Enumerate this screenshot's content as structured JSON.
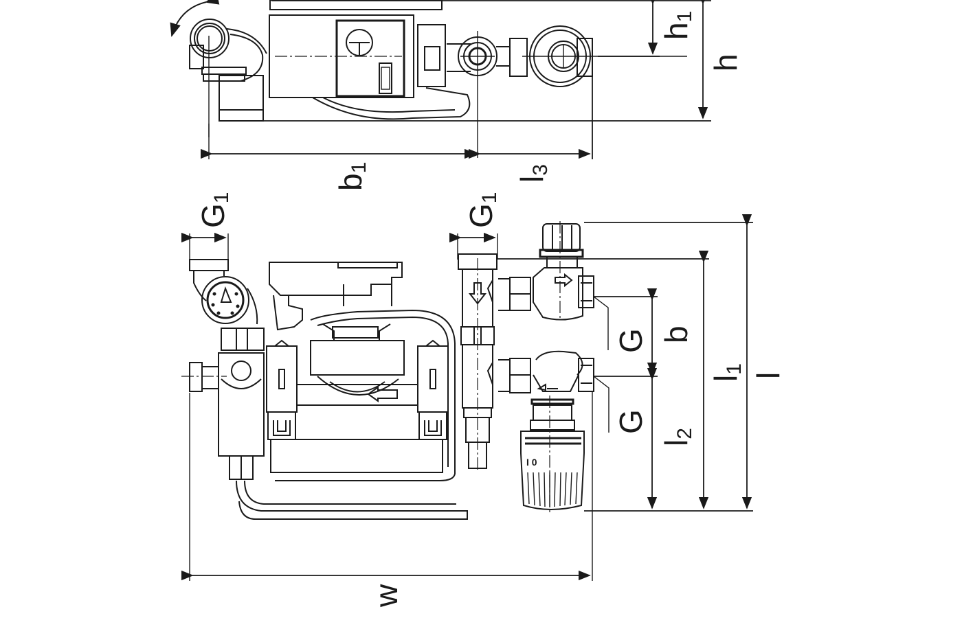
{
  "drawing": {
    "title": "Pump module dimension drawing",
    "views": [
      "top-view",
      "front-view"
    ],
    "dimension_labels": {
      "h1": {
        "main": "h",
        "sub": "1"
      },
      "h": {
        "main": "h",
        "sub": ""
      },
      "b1": {
        "main": "b",
        "sub": "1"
      },
      "l3": {
        "main": "l",
        "sub": "3"
      },
      "g1_left": {
        "main": "G",
        "sub": "1"
      },
      "g1_right": {
        "main": "G",
        "sub": "1"
      },
      "g_upper": {
        "main": "G",
        "sub": ""
      },
      "g_lower": {
        "main": "G",
        "sub": ""
      },
      "b": {
        "main": "b",
        "sub": ""
      },
      "l1": {
        "main": "l",
        "sub": "1"
      },
      "l": {
        "main": "l",
        "sub": ""
      },
      "l2": {
        "main": "l",
        "sub": "2"
      },
      "w": {
        "main": "w",
        "sub": ""
      }
    },
    "thermostat_scale": "I 0",
    "line_color": "#1a1a1a",
    "background_color": "#ffffff"
  }
}
